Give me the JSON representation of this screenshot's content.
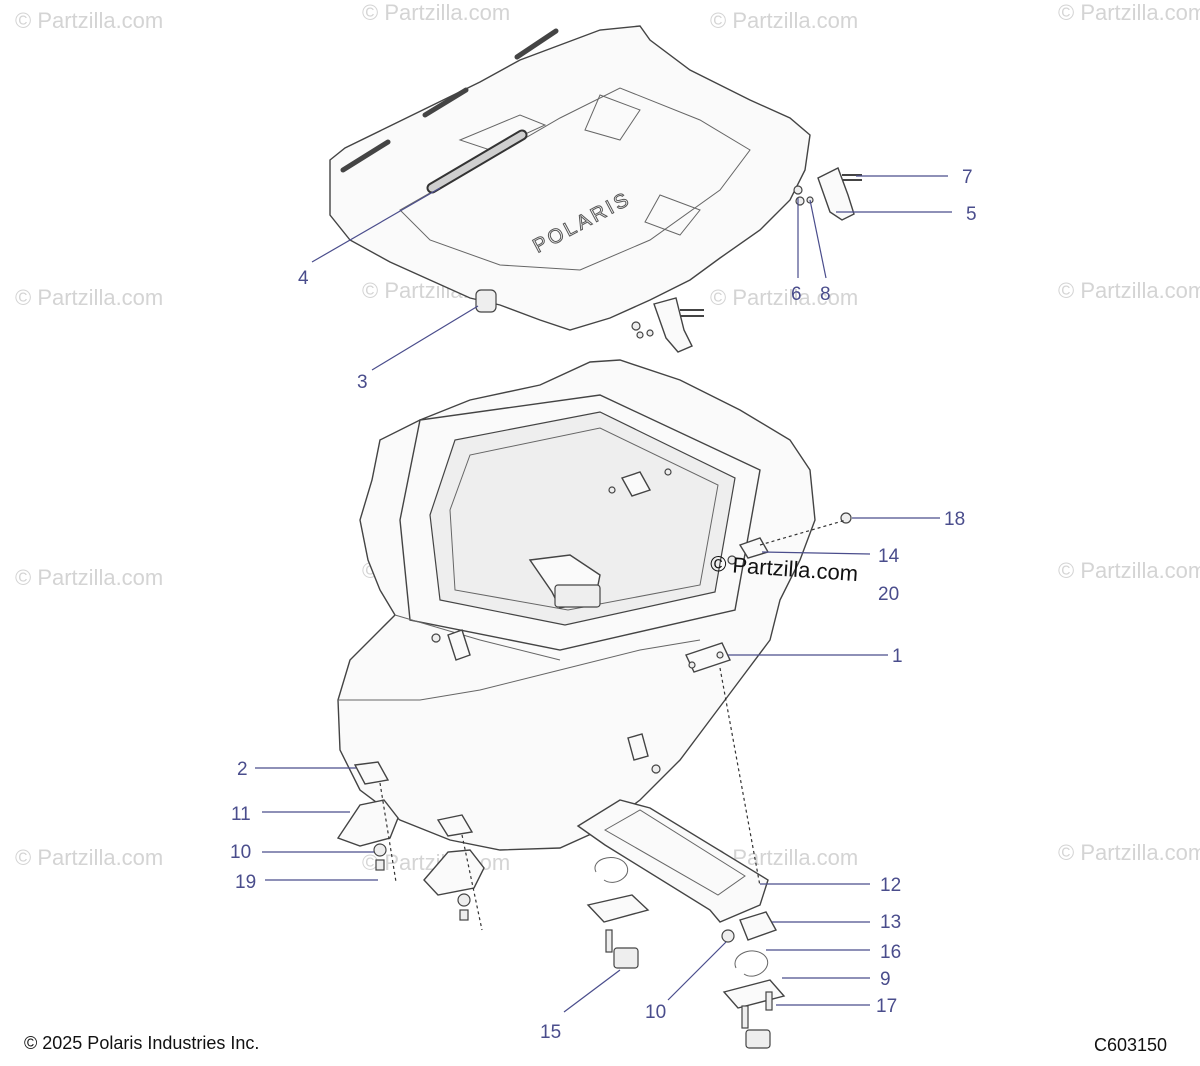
{
  "watermark": "© Partzilla.com",
  "center_watermark": "© Partzilla.com",
  "lid_logo": "POLARIS",
  "copyright": "© 2025 Polaris Industries Inc.",
  "diagram_code": "C603150",
  "callouts": {
    "c1": "1",
    "c2": "2",
    "c3": "3",
    "c4": "4",
    "c5": "5",
    "c6": "6",
    "c7": "7",
    "c8": "8",
    "c9": "9",
    "c10a": "10",
    "c10b": "10",
    "c11": "11",
    "c12": "12",
    "c13": "13",
    "c14": "14",
    "c15": "15",
    "c16": "16",
    "c17": "17",
    "c18": "18",
    "c19": "19",
    "c20": "20"
  }
}
